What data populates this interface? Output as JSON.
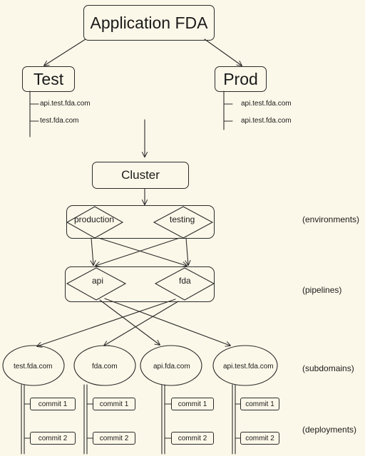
{
  "title": "Application FDA",
  "test_node": {
    "label": "Test",
    "domains": [
      "api.test.fda.com",
      "test.fda.com"
    ]
  },
  "prod_node": {
    "label": "Prod",
    "domains": [
      "api.test.fda.com",
      "api.test.fda.com"
    ]
  },
  "cluster": {
    "label": "Cluster"
  },
  "environments": {
    "items": [
      "production",
      "testing"
    ],
    "note": "(environments)"
  },
  "pipelines": {
    "items": [
      "api",
      "fda"
    ],
    "note": "(pipelines)"
  },
  "subdomains": {
    "items": [
      "test.fda.com",
      "fda.com",
      "api.fda.com",
      "api.test.fda.com"
    ],
    "note": "(subdomains)"
  },
  "deployments": {
    "commits": [
      "commit 1",
      "commit 2"
    ],
    "note": "(deployments)"
  },
  "colors": {
    "background": "#fcf8e9",
    "stroke": "#2a2a2a",
    "text": "#1a1a1a"
  }
}
